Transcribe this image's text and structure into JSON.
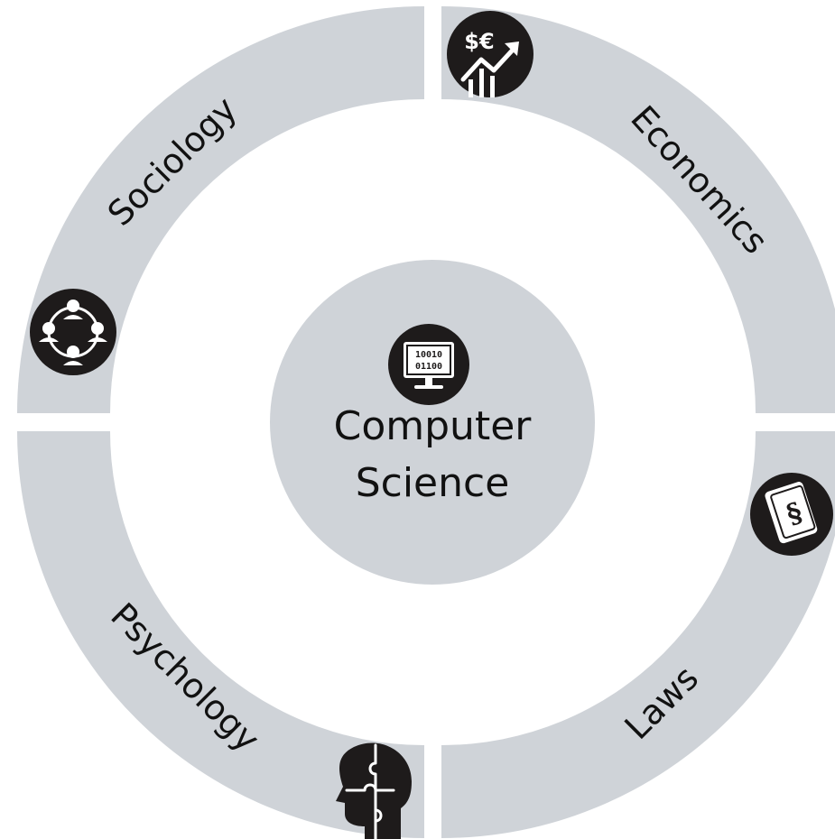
{
  "diagram": {
    "center": {
      "label_line1": "Computer",
      "label_line2": "Science",
      "icon": "computer-binary-icon",
      "icon_binary_line1": "10010",
      "icon_binary_line2": "01100"
    },
    "segments": [
      {
        "id": "sociology",
        "label": "Sociology",
        "icon": "people-network-icon"
      },
      {
        "id": "economics",
        "label": "Economics",
        "icon": "money-growth-icon",
        "icon_text": "$€"
      },
      {
        "id": "laws",
        "label": "Laws",
        "icon": "law-book-icon",
        "icon_text": "§"
      },
      {
        "id": "psychology",
        "label": "Psychology",
        "icon": "brain-puzzle-icon"
      }
    ],
    "colors": {
      "segment_fill": "#cfd3d8",
      "icon_fill": "#1e1b1b",
      "text": "#111111",
      "background": "#ffffff"
    }
  }
}
